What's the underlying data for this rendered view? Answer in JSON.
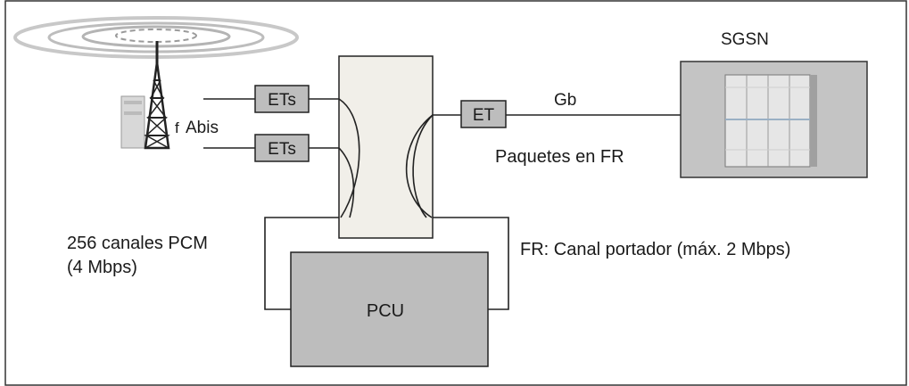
{
  "labels": {
    "sgsn": "SGSN",
    "abis": "Abis",
    "ets_top": "ETs",
    "ets_bottom": "ETs",
    "et": "ET",
    "gb": "Gb",
    "paquetes": "Paquetes en FR",
    "pcm_line1": "256 canales PCM",
    "pcm_line2": "(4 Mbps)",
    "fr_canal": "FR: Canal portador (máx. 2 Mbps)",
    "pcu": "PCU"
  },
  "colors": {
    "box_fill": "#bdbdbd",
    "switch_fill": "#f1efe9",
    "sgsn_fill": "#c4c4c4",
    "rack_fill": "#e6e6e6",
    "line": "#222222"
  }
}
